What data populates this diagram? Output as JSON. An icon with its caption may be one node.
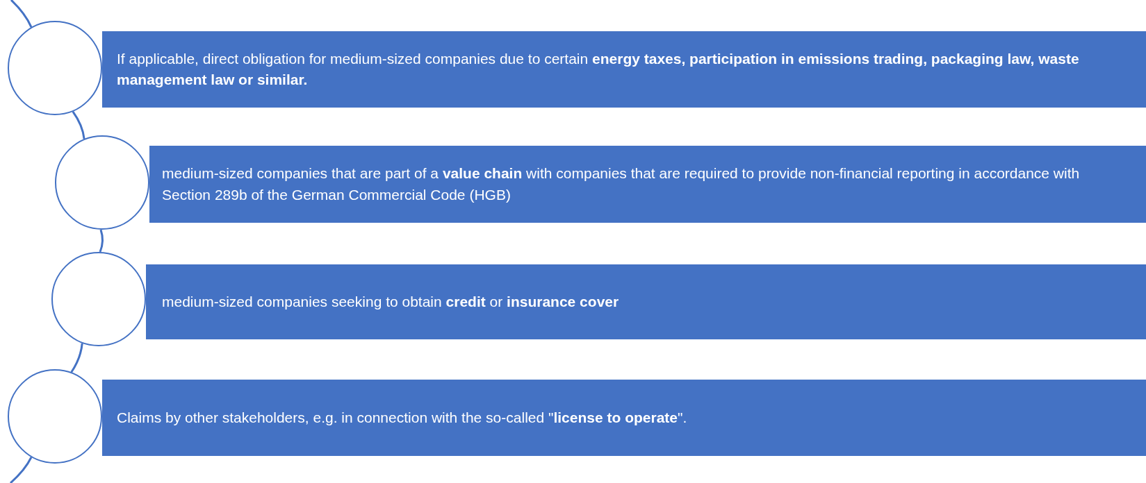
{
  "diagram": {
    "nodes": [
      {
        "text": [],
        "shape": "circle"
      },
      {
        "text": [
          "If applicable, direct obligation for medium-sized companies due to certain **energy taxes, participation in emissions trading, packaging law, waste management law or similar.**"
        ]
      },
      {
        "text": [],
        "shape": "circle"
      },
      {
        "text": [
          "medium-sized companies that are part of a **value chain** with companies that are required to provide non-financial reporting in accordance with Section 289b of the German Commercial Code (HGB)"
        ]
      },
      {
        "text": [],
        "shape": "circle"
      },
      {
        "text": [
          "medium-sized companies seeking to obtain **credit** or **insurance cover**"
        ]
      },
      {
        "text": [],
        "shape": "circle"
      },
      {
        "text": [
          "Claims by other stakeholders, e.g. in connection with the so-called \"**license to operate**\"."
        ]
      }
    ],
    "edges": [
      {
        "from": null,
        "to": 0,
        "arrow": "none"
      },
      {
        "from": 0,
        "to": 2,
        "arrow": "none"
      },
      {
        "from": 2,
        "to": 4,
        "arrow": "none"
      },
      {
        "from": 4,
        "to": 6,
        "arrow": "none"
      },
      {
        "from": 6,
        "to": null,
        "arrow": "none"
      }
    ]
  }
}
